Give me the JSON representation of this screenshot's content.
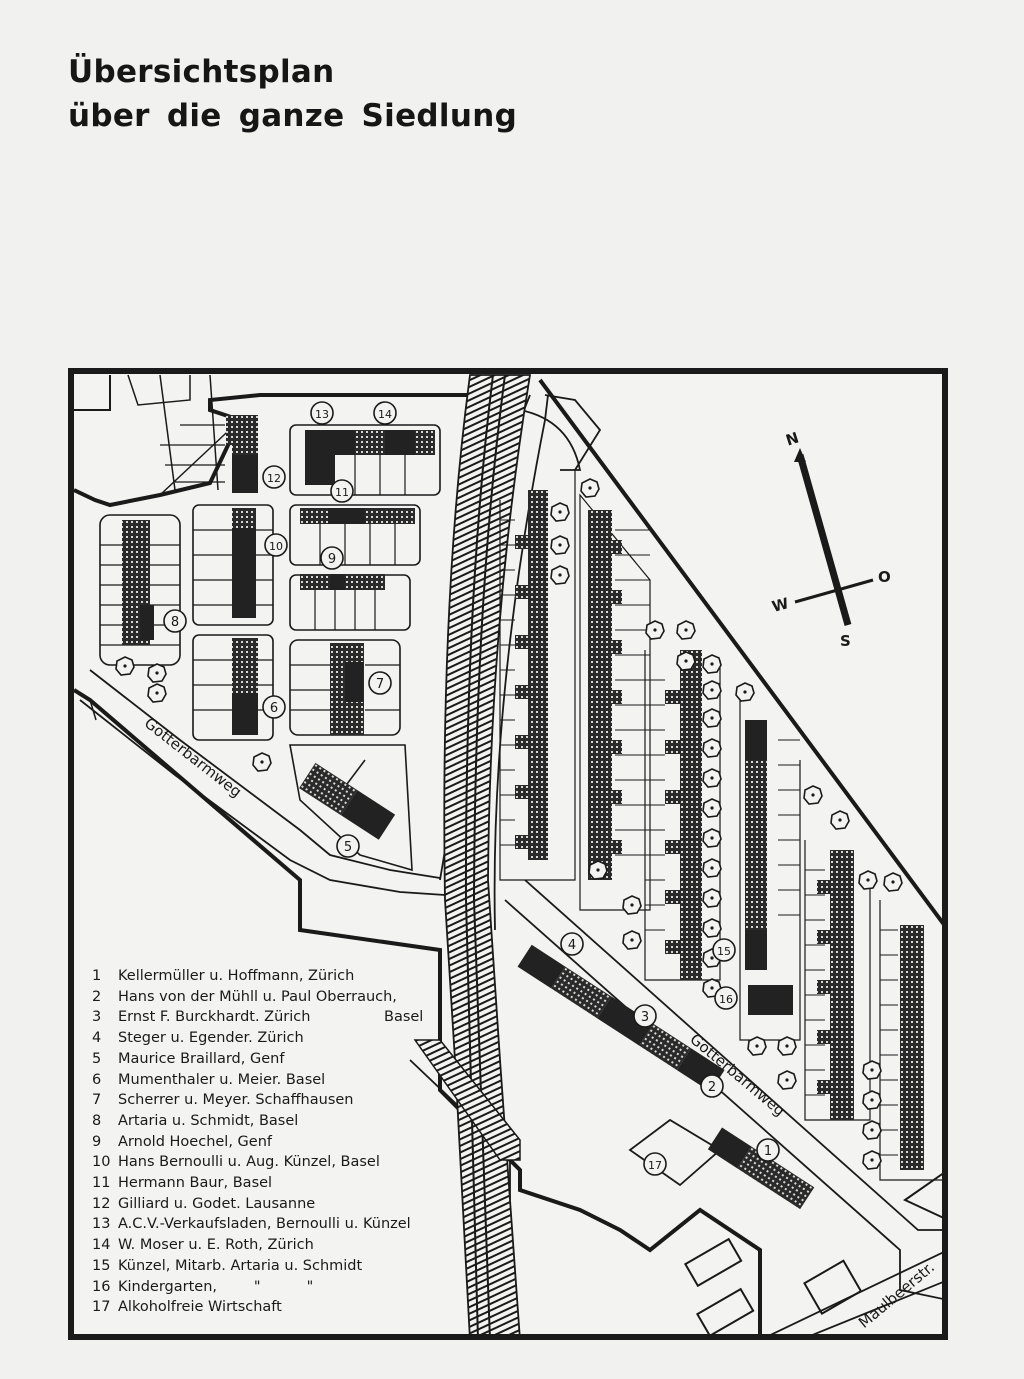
{
  "title": {
    "line1": "Übersichtsplan",
    "line2": "über die ganze Siedlung"
  },
  "map": {
    "compass": {
      "north": "N",
      "south": "S",
      "west": "W",
      "east": "O"
    },
    "streets": [
      {
        "name": "Gotterbarmweg",
        "position": "west"
      },
      {
        "name": "Gotterbarmweg",
        "position": "southeast"
      },
      {
        "name": "Maulbeerstr.",
        "position": "bottom-right"
      }
    ],
    "markers": [
      "1",
      "2",
      "3",
      "4",
      "5",
      "6",
      "7",
      "8",
      "9",
      "10",
      "11",
      "12",
      "13",
      "14",
      "15",
      "16",
      "17"
    ]
  },
  "legend": {
    "items": [
      {
        "num": "1",
        "text": "Kellermüller u. Hoffmann, Zürich"
      },
      {
        "num": "2",
        "text": "Hans von der Mühll u. Paul Oberrauch,"
      },
      {
        "num": "3",
        "text": "Ernst F. Burckhardt. Zürich"
      },
      {
        "num": "4",
        "text": "Steger u. Egender. Zürich"
      },
      {
        "num": "5",
        "text": "Maurice Braillard, Genf"
      },
      {
        "num": "6",
        "text": "Mumenthaler u. Meier. Basel"
      },
      {
        "num": "7",
        "text": "Scherrer u. Meyer. Schaffhausen"
      },
      {
        "num": "8",
        "text": "Artaria u. Schmidt, Basel"
      },
      {
        "num": "9",
        "text": "Arnold Hoechel, Genf"
      },
      {
        "num": "10",
        "text": "Hans Bernoulli u. Aug. Künzel, Basel"
      },
      {
        "num": "11",
        "text": "Hermann Baur, Basel"
      },
      {
        "num": "12",
        "text": "Gilliard u. Godet. Lausanne"
      },
      {
        "num": "13",
        "text": "A.C.V.-Verkaufsladen, Bernoulli u. Künzel"
      },
      {
        "num": "14",
        "text": "W. Moser u. E. Roth, Zürich"
      },
      {
        "num": "15",
        "text": "Künzel, Mitarb. Artaria u. Schmidt"
      },
      {
        "num": "16",
        "text": "Kindergarten,        \"          \""
      },
      {
        "num": "17",
        "text": "Alkoholfreie Wirtschaft"
      }
    ],
    "item2_continuation": "Basel"
  }
}
